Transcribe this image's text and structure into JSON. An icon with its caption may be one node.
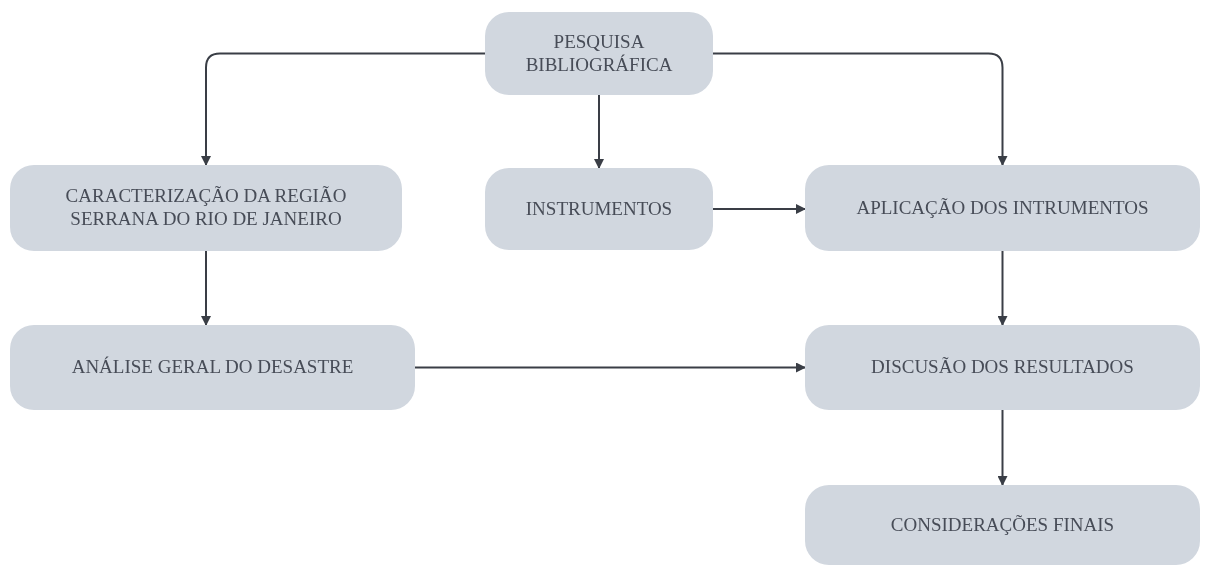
{
  "diagram": {
    "nodes": [
      {
        "text": [
          "PESQUISA BIBLIOGRÁFICA"
        ]
      },
      {
        "text": [
          "CARACTERIZAÇÃO DA REGIÃO SERRANA DO RIO DE JANEIRO"
        ]
      },
      {
        "text": [
          "INSTRUMENTOS"
        ]
      },
      {
        "text": [
          "APLICAÇÃO DOS INTRUMENTOS"
        ]
      },
      {
        "text": [
          "ANÁLISE GERAL DO DESASTRE"
        ]
      },
      {
        "text": [
          "DISCUSÃO DOS RESULTADOS"
        ]
      },
      {
        "text": [
          "CONSIDERAÇÕES FINAIS"
        ]
      }
    ],
    "edges": [
      {
        "from": 0,
        "to": 1,
        "arrow": "to"
      },
      {
        "from": 0,
        "to": 2,
        "arrow": "to"
      },
      {
        "from": 0,
        "to": 3,
        "arrow": "to"
      },
      {
        "from": 2,
        "to": 3,
        "arrow": "to"
      },
      {
        "from": 1,
        "to": 4,
        "arrow": "to"
      },
      {
        "from": 4,
        "to": 5,
        "arrow": "to"
      },
      {
        "from": 3,
        "to": 5,
        "arrow": "to"
      },
      {
        "from": 5,
        "to": 6,
        "arrow": "to"
      }
    ]
  }
}
